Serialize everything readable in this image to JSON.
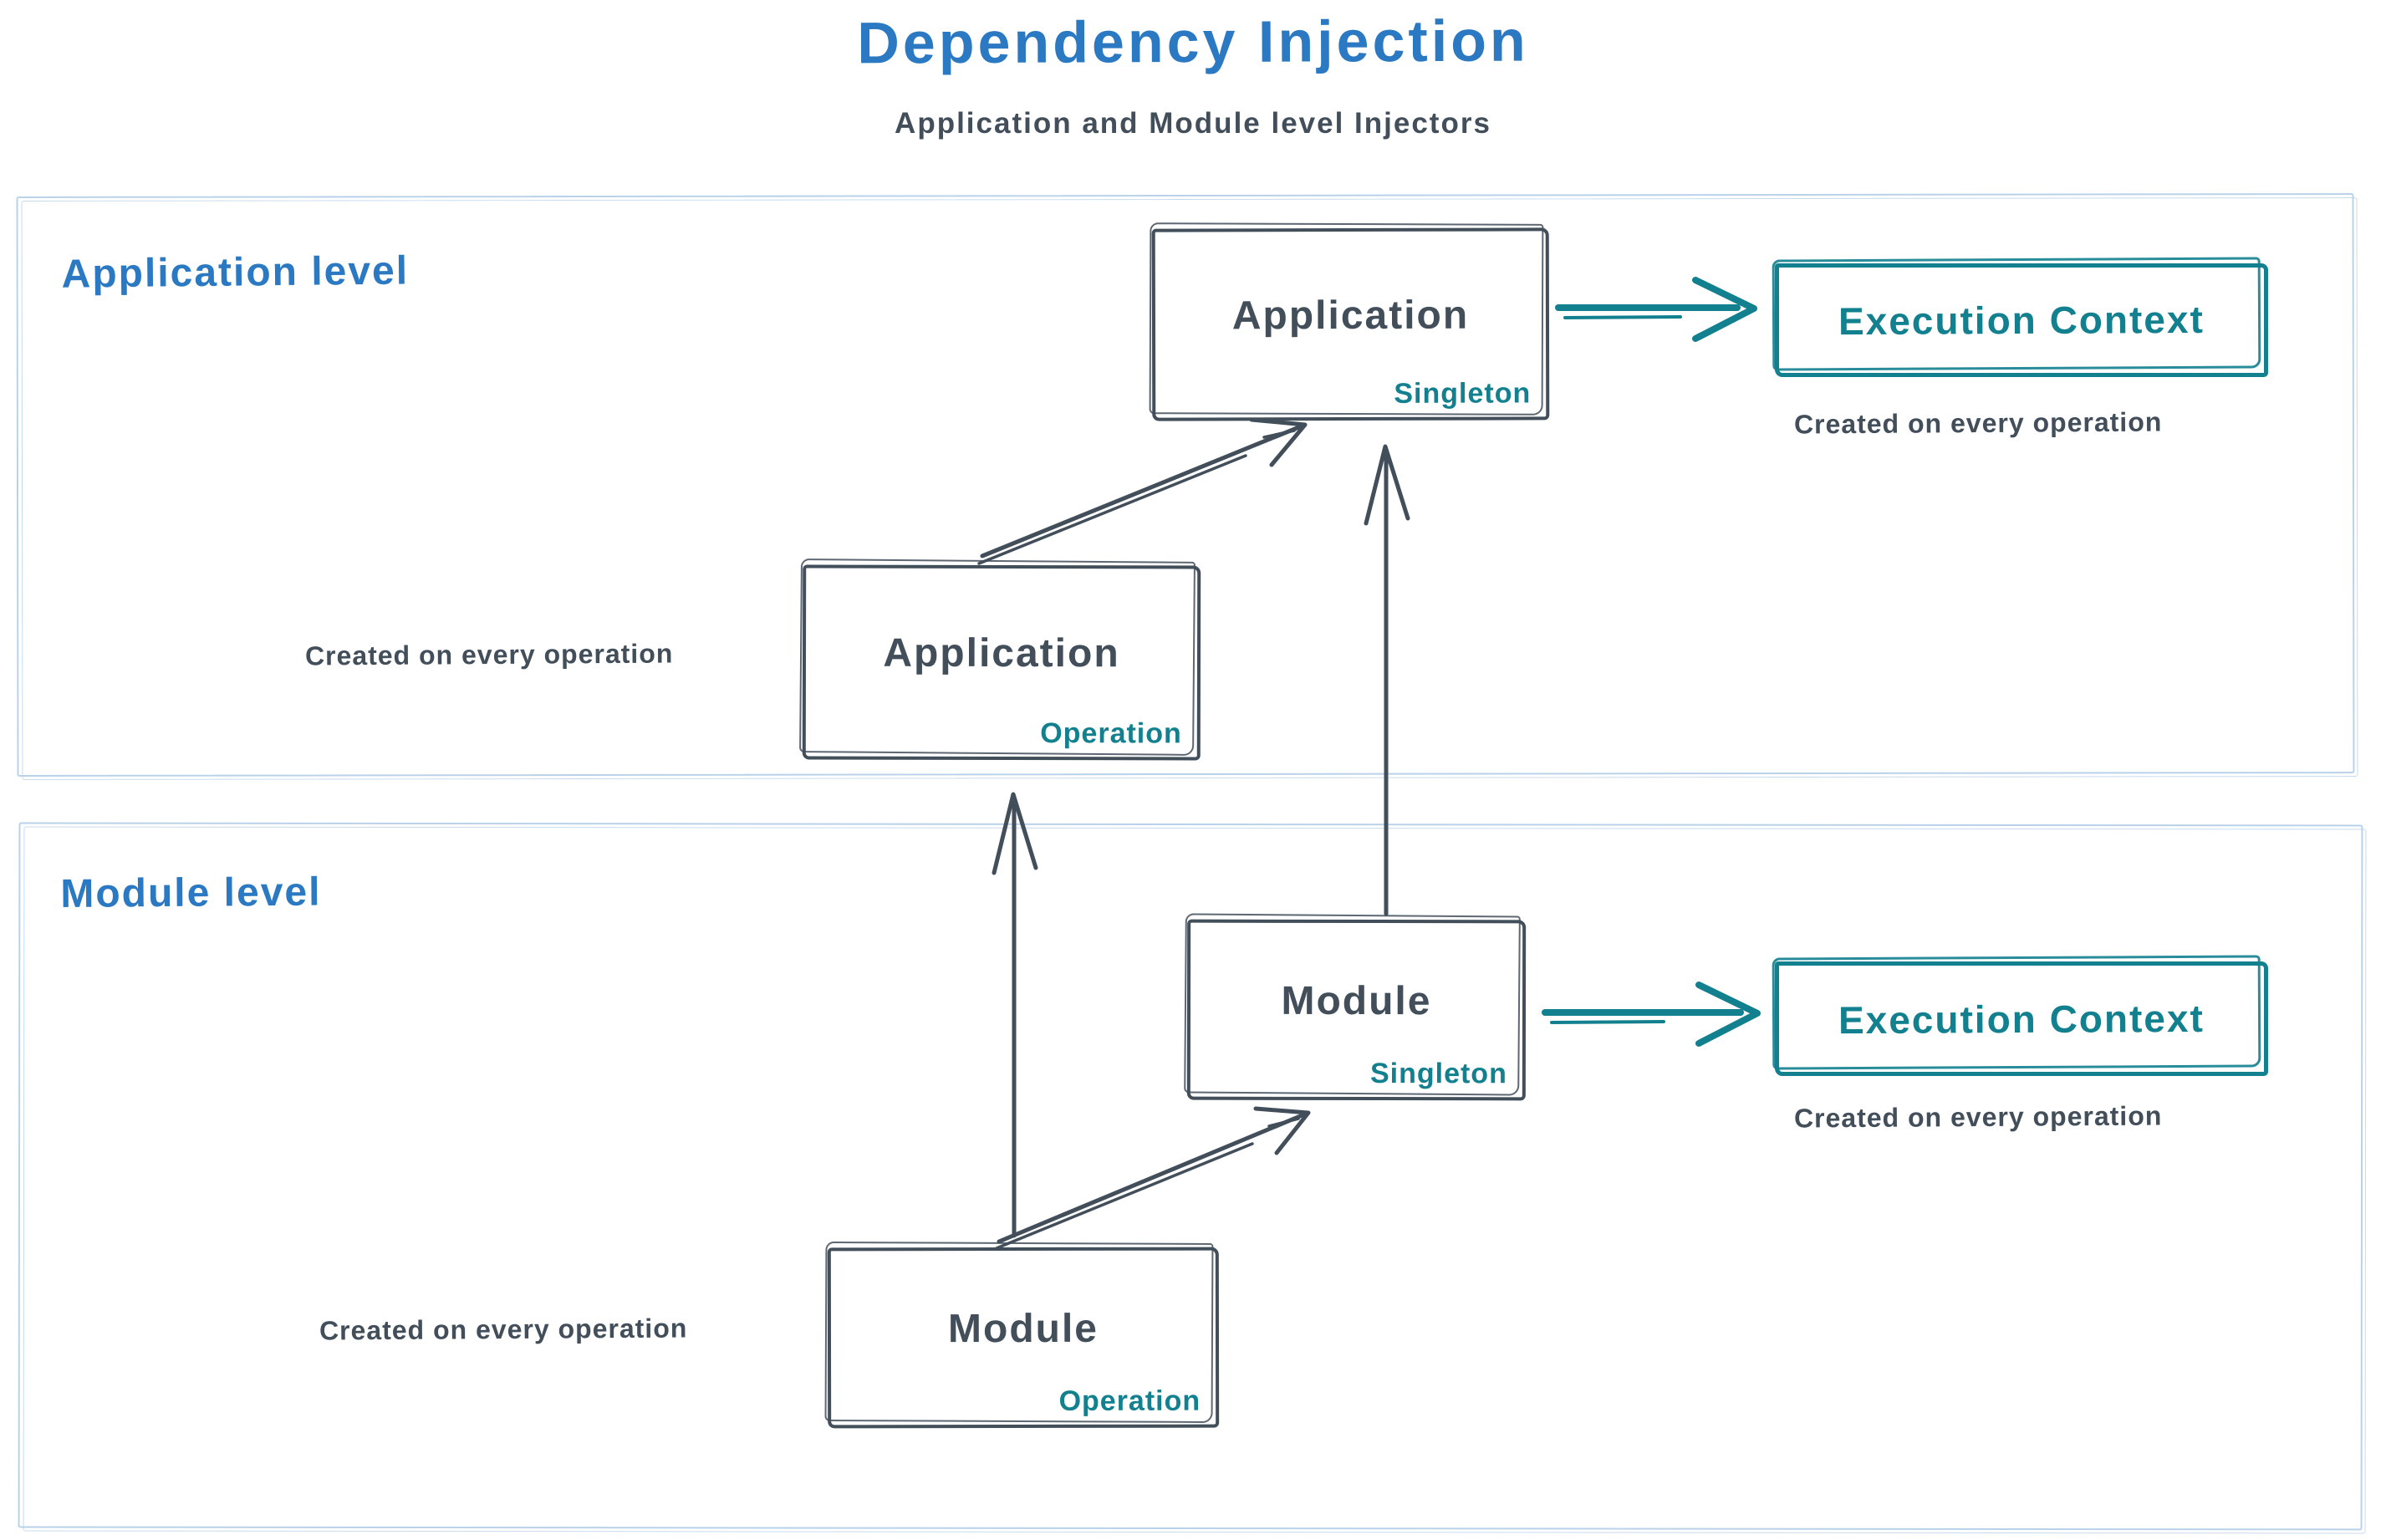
{
  "page": {
    "title": "Dependency Injection",
    "subtitle": "Application and Module level Injectors"
  },
  "colors": {
    "blue": "#2b79c2",
    "dark": "#424e5a",
    "teal": "#12808f",
    "container-border": "#b9d2ea"
  },
  "application_level": {
    "label": "Application level",
    "singleton_box": {
      "title": "Application",
      "tag": "Singleton"
    },
    "operation_box": {
      "title": "Application",
      "tag": "Operation"
    },
    "operation_caption": "Created on every operation",
    "execution_context": {
      "label": "Execution Context",
      "caption": "Created on every operation"
    }
  },
  "module_level": {
    "label": "Module level",
    "singleton_box": {
      "title": "Module",
      "tag": "Singleton"
    },
    "operation_box": {
      "title": "Module",
      "tag": "Operation"
    },
    "operation_caption": "Created on every operation",
    "execution_context": {
      "label": "Execution Context",
      "caption": "Created on every operation"
    }
  }
}
